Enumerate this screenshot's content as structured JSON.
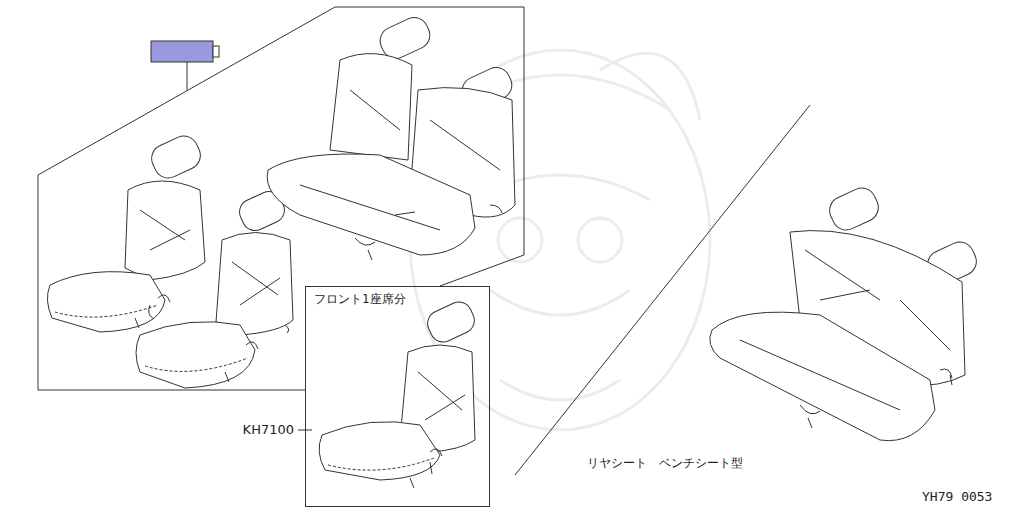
{
  "diagram": {
    "nodes": [
      {
        "text": [
          "フロント1座席分"
        ]
      }
    ],
    "labels": [
      "KH7100",
      "リヤシート　ベンチシート型",
      "YH79 0053"
    ]
  }
}
